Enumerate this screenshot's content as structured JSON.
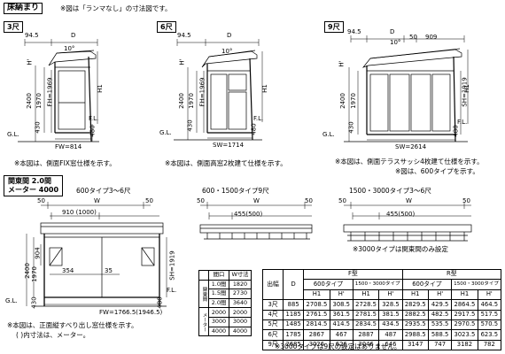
{
  "header": {
    "title": "床納まり",
    "note": "※図は「ランマなし」の寸法図です。"
  },
  "panels": [
    {
      "size_label": "3尺",
      "caption": "※本図は、側面FIX窓仕様を示す。",
      "dims": {
        "top_w": "94.5",
        "d": "D",
        "angle": "10°",
        "h_prime": "H'",
        "h1": "H1",
        "h2400": "2400",
        "h1970": "1970",
        "fh": "FH=1969",
        "g": "G.L.",
        "fl": "F.L.",
        "h430": "430",
        "h480": "480",
        "fw": "FW=814"
      }
    },
    {
      "size_label": "6尺",
      "caption": "※本図は、側面高窓2枚建て仕様を示す。",
      "dims": {
        "top_w": "94.5",
        "d": "D",
        "angle": "10°",
        "h_prime": "H'",
        "h1": "H1",
        "h2400": "2400",
        "h1970": "1970",
        "fh": "FH=1969",
        "g": "G.L.",
        "fl": "F.L.",
        "h430": "430",
        "h480": "480",
        "sw": "SW=1714"
      }
    },
    {
      "size_label": "9尺",
      "caption": "※本図は、側面テラスサッシ4枚建て仕様を示す。",
      "caption2": "※図は、600タイプを示す。",
      "dims": {
        "top_w": "94.5",
        "d": "D",
        "w50": "50",
        "w909": "909",
        "angle": "10°",
        "h_prime": "H'",
        "h1": "H1",
        "h2400": "2400",
        "h1970": "1970",
        "sh": "SH=1919",
        "g": "G.L.",
        "fl": "F.L.",
        "h430": "430",
        "h480": "480",
        "sw": "SW=2614"
      }
    }
  ],
  "front": {
    "title_line1": "関東間 2.0間",
    "title_line2": "メーター 4000",
    "type_label": "600タイプ3～6尺",
    "w": "W",
    "w50a": "50",
    "w50b": "50",
    "inner": "910 (1000)",
    "h904": "904",
    "h2400": "2400",
    "h1970": "1970",
    "h430": "430",
    "h480": "480",
    "w354": "354",
    "w35": "35",
    "sh": "SH=1919",
    "fl": "F.L.",
    "gl": "G.L.",
    "fw": "FW=1766.5(1946.5)",
    "note1": "※本図は、正面縦すべり出し窓仕様を示す。",
    "note2": "(     )内寸法は、メーター。"
  },
  "beam1": {
    "type_label": "600・1500タイプ9尺",
    "w": "W",
    "w50a": "50",
    "w50b": "50",
    "inner": "455(500)"
  },
  "beam2": {
    "type_label": "1500・3000タイプ3～6尺",
    "w": "W",
    "w50a": "50",
    "w50b": "50",
    "inner": "455(500)",
    "note": "※3000タイプは関東間のみ設定"
  },
  "width_table": {
    "headers": [
      "間口",
      "W寸法"
    ],
    "groups": [
      {
        "group": "関東間",
        "rows": [
          [
            "1.0間",
            "1820"
          ],
          [
            "1.5間",
            "2730"
          ],
          [
            "2.0間",
            "3640"
          ]
        ]
      },
      {
        "group": "メーター",
        "rows": [
          [
            "2000",
            "2000"
          ],
          [
            "3000",
            "3000"
          ],
          [
            "4000",
            "4000"
          ]
        ]
      }
    ]
  },
  "spec_table": {
    "col_depth": "出幅",
    "col_d": "D",
    "f_type": "F型",
    "r_type": "R型",
    "sub_600": "600タイプ",
    "sub_1500": "1500・3000タイプ",
    "h1": "H1",
    "hp": "H'",
    "rows": [
      [
        "3尺",
        "885",
        "2708.5",
        "308.5",
        "2728.5",
        "328.5",
        "2829.5",
        "429.5",
        "2864.5",
        "464.5"
      ],
      [
        "4尺",
        "1185",
        "2761.5",
        "361.5",
        "2781.5",
        "381.5",
        "2882.5",
        "482.5",
        "2917.5",
        "517.5"
      ],
      [
        "5尺",
        "1485",
        "2814.5",
        "414.5",
        "2834.5",
        "434.5",
        "2935.5",
        "535.5",
        "2970.5",
        "570.5"
      ],
      [
        "6尺",
        "1785",
        "2867",
        "467",
        "2887",
        "487",
        "2988.5",
        "588.5",
        "3023.5",
        "623.5"
      ],
      [
        "9尺",
        "2685",
        "3026",
        "626",
        "3046",
        "646",
        "3147",
        "747",
        "3182",
        "782"
      ]
    ],
    "note": "※3000タイプは9尺の設定はありません。"
  }
}
